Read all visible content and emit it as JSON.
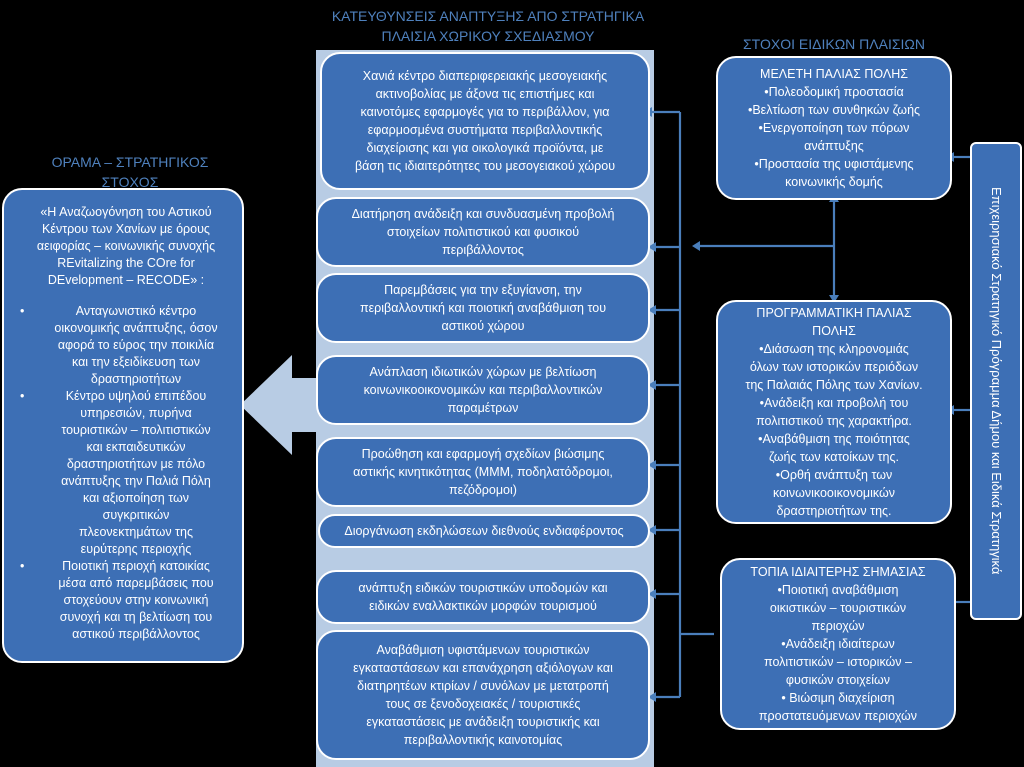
{
  "headers": {
    "center": [
      "ΚΑΤΕΥΘΥΝΣΕΙΣ ΑΝΑΠΤΥΞΗΣ ΑΠΟ ΣΤΡΑΤΗΓΙΚΑ",
      "ΠΛΑΙΣΙΑ ΧΩΡΙΚΟΥ ΣΧΕΔΙΑΣΜΟΥ"
    ],
    "right": "ΣΤΟΧΟΙ ΕΙΔΙΚΩΝ ΠΛΑΙΣΙΩΝ",
    "left": [
      "ΟΡΑΜΑ – ΣΤΡΑΤΗΓΙΚΟΣ",
      "ΣΤΟΧΟΣ"
    ]
  },
  "vision": {
    "title_lines": [
      "«Η Αναζωογόνηση του Αστικού",
      "Κέντρου των Χανίων με όρους",
      "αειφορίας – κοινωνικής συνοχής",
      "REvitalizing the COre for",
      "DEvelopment – RECODE» :"
    ],
    "bullets": [
      [
        "Ανταγωνιστικό κέντρο",
        "οικονομικής ανάπτυξης, όσον",
        "αφορά το εύρος την ποικιλία",
        "και την εξειδίκευση των",
        "δραστηριοτήτων"
      ],
      [
        "Κέντρο υψηλού επιπέδου",
        "υπηρεσιών, πυρήνα",
        "τουριστικών – πολιτιστικών",
        "και εκπαιδευτικών",
        "δραστηριοτήτων  με πόλο",
        "ανάπτυξης την Παλιά Πόλη",
        "και αξιοποίηση των",
        "συγκριτικών",
        "πλεονεκτημάτων της",
        "ευρύτερης περιοχής"
      ],
      [
        "Ποιοτική περιοχή κατοικίας",
        "μέσα από παρεμβάσεις που",
        "στοχεύουν στην  κοινωνική",
        "συνοχή  και τη βελτίωση του",
        "αστικού περιβάλλοντος"
      ]
    ]
  },
  "directions": [
    [
      "Χανιά κέντρο διαπεριφερειακής μεσογειακής",
      "ακτινοβολίας με άξονα τις επιστήμες και",
      "καινοτόμες εφαρμογές για το περιβάλλον, για",
      "εφαρμοσμένα συστήματα περιβαλλοντικής",
      "διαχείρισης και για οικολογικά προϊόντα, με",
      "βάση τις ιδιαιτερότητες του μεσογειακού χώρου"
    ],
    [
      "Διατήρηση  ανάδειξη και συνδυασμένη προβολή",
      "στοιχείων πολιτιστικού και φυσικού",
      "περιβάλλοντος"
    ],
    [
      "Παρεμβάσεις για την εξυγίανση, την",
      "περιβαλλοντική και ποιοτική αναβάθμιση του",
      "αστικού χώρου"
    ],
    [
      "Ανάπλαση ιδιωτικών χώρων με βελτίωση",
      "κοινωνικοοικονομικών και περιβαλλοντικών",
      "παραμέτρων"
    ],
    [
      "Προώθηση  και εφαρμογή σχεδίων βιώσιμης",
      "αστικής κινητικότητας (ΜΜΜ, ποδηλατόδρομοι,",
      "πεζόδρομοι)"
    ],
    [
      "Διοργάνωση εκδηλώσεων διεθνούς ενδιαφέροντος"
    ],
    [
      "ανάπτυξη ειδικών τουριστικών υποδομών και",
      "ειδικών εναλλακτικών μορφών τουρισμού"
    ],
    [
      "Αναβάθμιση υφιστάμενων τουριστικών",
      "εγκαταστάσεων και επανάχρηση αξιόλογων και",
      "διατηρητέων κτιρίων / συνόλων με μετατροπή",
      "τους σε ξενοδοχειακές / τουριστικές",
      "εγκαταστάσεις  με ανάδειξη τουριστικής και",
      "περιβαλλοντικής καινοτομίας"
    ]
  ],
  "special_goals": [
    {
      "title": "ΜΕΛΕΤΗ ΠΑΛΙΑΣ ΠΟΛΗΣ",
      "lines": [
        "•Πολεοδομική προστασία",
        "•Βελτίωση των συνθηκών ζωής",
        "•Ενεργοποίηση των πόρων",
        "ανάπτυξης",
        "•Προστασία της υφιστάμενης",
        "κοινωνικής δομής"
      ]
    },
    {
      "title_lines": [
        "ΠΡΟΓΡΑΜΜΑΤΙΚΗ ΠΑΛΙΑΣ",
        "ΠΟΛΗΣ"
      ],
      "lines": [
        "•Διάσωση της κληρονομιάς",
        "όλων των ιστορικών περιόδων",
        "της Παλαιάς Πόλης των Χανίων.",
        "•Ανάδειξη και προβολή του",
        "πολιτιστικού της χαρακτήρα.",
        "•Αναβάθμιση της ποιότητας",
        "ζωής των κατοίκων της.",
        "•Ορθή ανάπτυξη των",
        "κοινωνικοοικονομικών",
        "δραστηριοτήτων  της."
      ]
    },
    {
      "title": "ΤΟΠΙΑ ΙΔΙΑΙΤΕΡΗΣ ΣΗΜΑΣΙΑΣ",
      "lines": [
        "•Ποιοτική αναβάθμιση",
        "οικιστικών – τουριστικών",
        "περιοχών",
        "•Ανάδειξη ιδιαίτερων",
        "πολιτιστικών – ιστορικών –",
        "φυσικών στοιχείων",
        "• Βιώσιμη διαχείριση",
        "προστατευόμενων περιοχών"
      ]
    }
  ],
  "side_program": "Επιχειρησιακό Στρατηγικό Πρόγραμμα Δήμου και Ειδικά Στρατηγικά",
  "colors": {
    "box": "#3d6fb5",
    "header": "#4f81bd",
    "panel": "#b8cce4",
    "arrow": "#4a7ebb"
  }
}
